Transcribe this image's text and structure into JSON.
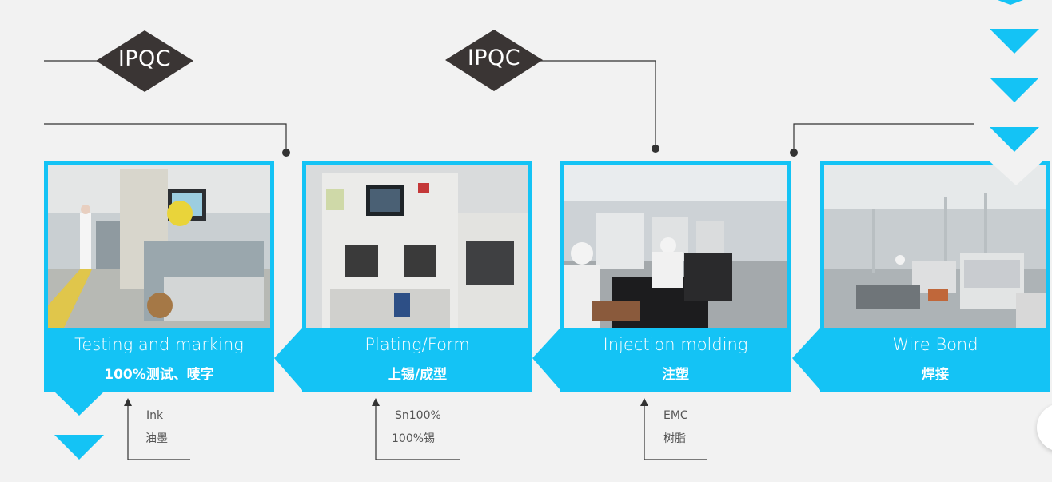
{
  "colors": {
    "accent": "#14c3f5",
    "diamond": "#3a3534",
    "line": "#333333",
    "background": "#f2f2f2"
  },
  "ipqc": [
    {
      "label": "IPQC"
    },
    {
      "label": "IPQC"
    }
  ],
  "steps": [
    {
      "en": "Testing and marking",
      "cn": "100%测试、唛字",
      "material_line1": "Ink",
      "material_line2": "油墨",
      "photo": "testing-line-photo"
    },
    {
      "en": "Plating/Form",
      "cn": "上锡/成型",
      "material_line1": "Sn100%",
      "material_line2": "100%锡",
      "photo": "plating-machine-photo"
    },
    {
      "en": "Injection molding",
      "cn": "注塑",
      "material_line1": "EMC",
      "material_line2": "树脂",
      "photo": "injection-workshop-photo"
    },
    {
      "en": "Wire Bond",
      "cn": "焊接",
      "photo": "wire-bond-workshop-photo"
    }
  ],
  "flow_direction": "right-to-left",
  "icons": [
    "down-arrow-icon",
    "left-arrow-icon",
    "up-arrow-icon",
    "circle-button-icon"
  ]
}
